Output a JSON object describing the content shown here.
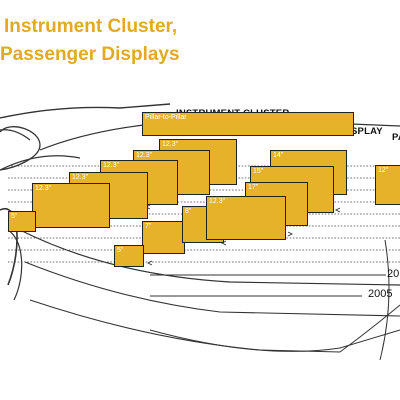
{
  "title": {
    "line1": "Instrument Cluster,",
    "line2": "Passenger Displays"
  },
  "headers": {
    "instrument": "INSTRUMENT CLUSTER",
    "center": "CENTER DISPLAY",
    "passenger": "PA"
  },
  "panels": {
    "pillar": "Pillar-to-Pillar",
    "ic_123_top": "12.3\"",
    "ic_123_b": "12.3\"",
    "ic_123_c": "12.3\"",
    "ic_123_d": "12.3\"",
    "ic_123_e": "12.3\"",
    "ic_5a": "5\"",
    "ic_7": "7\"",
    "ic_5b": "5\"",
    "cd_14": "14\"",
    "cd_15": "15\"",
    "cd_17": "17\"",
    "cd_8": "8\"",
    "cd_123": "12.3\"",
    "pa_12": "12\""
  },
  "years": {
    "y_upper": "20",
    "y_2005": "2005"
  },
  "colors": {
    "accent": "#e3a922",
    "panel": "#e6b22a",
    "outline": "#222222"
  }
}
